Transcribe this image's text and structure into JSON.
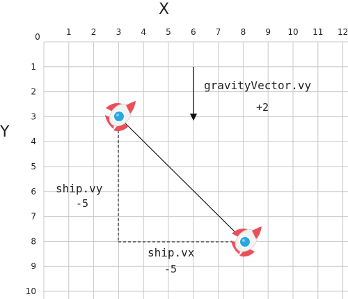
{
  "axes": {
    "x_title": "X",
    "y_title": "Y",
    "x_ticks": [
      "0",
      "1",
      "2",
      "3",
      "4",
      "5",
      "6",
      "7",
      "8",
      "9",
      "10",
      "11",
      "12"
    ],
    "y_ticks": [
      "1",
      "2",
      "3",
      "4",
      "5",
      "6",
      "7",
      "8",
      "9",
      "10"
    ]
  },
  "labels": {
    "gravity_name": "gravityVector.vy",
    "gravity_value": "+2",
    "ship_vy_name": "ship.vy",
    "ship_vy_value": "-5",
    "ship_vx_name": "ship.vx",
    "ship_vx_value": "-5"
  },
  "colors": {
    "grid": "#c8c8c8",
    "rocket_body": "#e9505a",
    "rocket_window": "#29a8e0",
    "line": "#111111"
  },
  "icons": {
    "ship_start": "rocket-icon",
    "ship_end": "rocket-icon"
  }
}
